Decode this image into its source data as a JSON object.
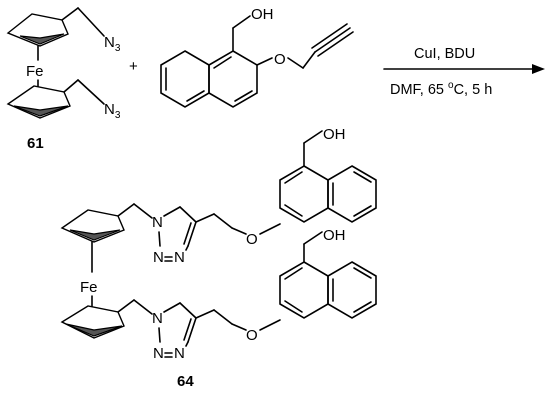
{
  "scheme": {
    "reactant1": {
      "metal": "Fe",
      "group_label": "N",
      "group_sub": "3",
      "number": "61"
    },
    "plus_sign": "+",
    "reactant2": {
      "hydroxyl": "OH",
      "ether_o": "O"
    },
    "arrow": {
      "reagents": "CuI, BDU",
      "conditions_prefix": "DMF, 65 ",
      "degree_sup": "o",
      "conditions_suffix": "C, 5 h"
    },
    "product": {
      "metal": "Fe",
      "hydroxyl": "OH",
      "ether_o": "O",
      "triazole_n": "N",
      "number": "64"
    }
  }
}
